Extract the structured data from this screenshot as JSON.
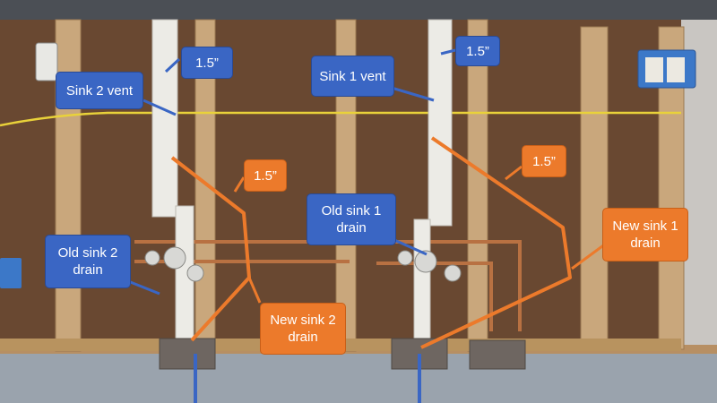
{
  "labels": {
    "sink2_vent": "Sink 2 vent",
    "sink2_vent_size": "1.5”",
    "sink1_vent": "Sink 1 vent",
    "sink1_vent_size": "1.5”",
    "new_sink2_size": "1.5”",
    "new_sink1_size": "1.5”",
    "old_sink1_drain": "Old sink 1\ndrain",
    "old_sink2_drain": "Old sink 2\ndrain",
    "new_sink2_drain": "New sink 2\ndrain",
    "new_sink1_drain": "New sink 1\ndrain"
  },
  "colors": {
    "callout_blue": "#3a66c4",
    "callout_orange": "#ec7a2b",
    "wall_brown": "#6b4a33",
    "stud_wood": "#c9a77c",
    "pvc_white": "#ecebe6",
    "copper": "#b87142",
    "yellow_wire": "#e9d23a"
  }
}
